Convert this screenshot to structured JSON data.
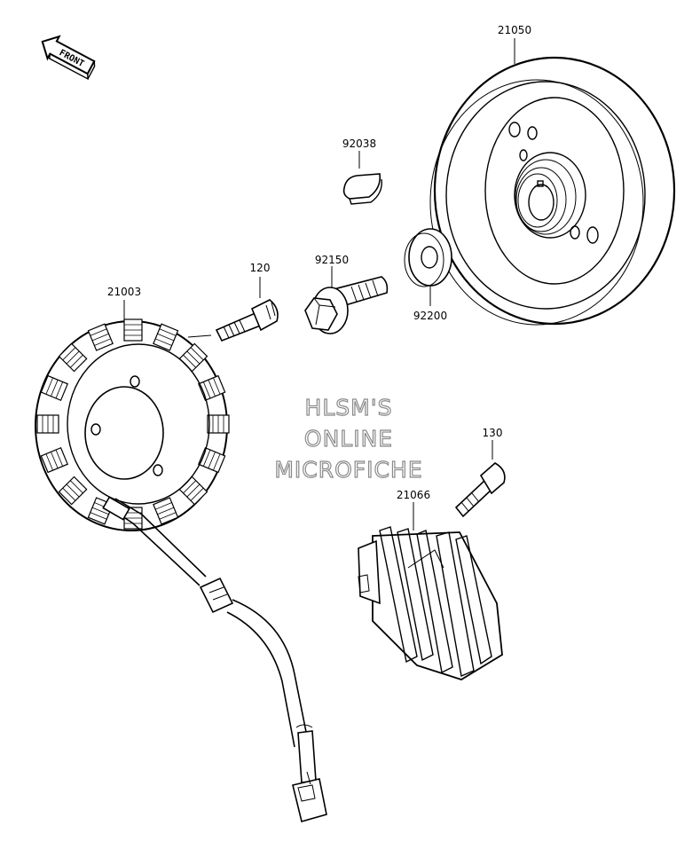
{
  "front_marker": {
    "label": "FRONT",
    "icon": "front-arrow-icon"
  },
  "parts": {
    "flywheel": {
      "number": "21050"
    },
    "woodruff_key": {
      "number": "92038"
    },
    "washer": {
      "number": "92200"
    },
    "flange_bolt": {
      "number": "92150"
    },
    "stator_bolt": {
      "number": "120"
    },
    "stator": {
      "number": "21003"
    },
    "regulator_bolt": {
      "number": "130"
    },
    "regulator": {
      "number": "21066"
    }
  },
  "watermark": {
    "line1": "HLSM'S",
    "line2": "ONLINE",
    "line3": "MICROFICHE"
  }
}
